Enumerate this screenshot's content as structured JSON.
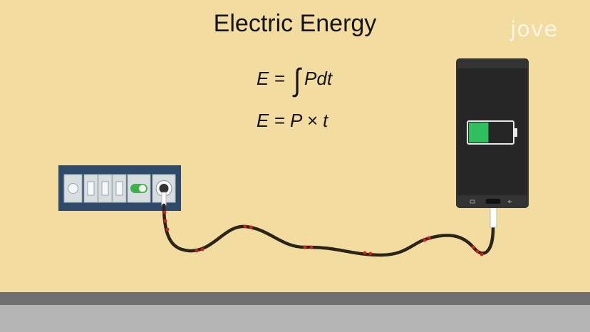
{
  "title": "Electric Energy",
  "equations": {
    "integral_lhs": "E =",
    "integral_symbol": "∫",
    "integral_rhs": "Pdt",
    "product": "E = P × t"
  },
  "logo": "jove",
  "battery": {
    "fill_fraction": 0.45,
    "fill_color": "#2fbf5e"
  },
  "colors": {
    "background": "#f2dca0",
    "panel": "#2e4a6b",
    "phone": "#2a2a2a",
    "cable": "#2b2418",
    "cable_marks": "#d21f1f"
  }
}
